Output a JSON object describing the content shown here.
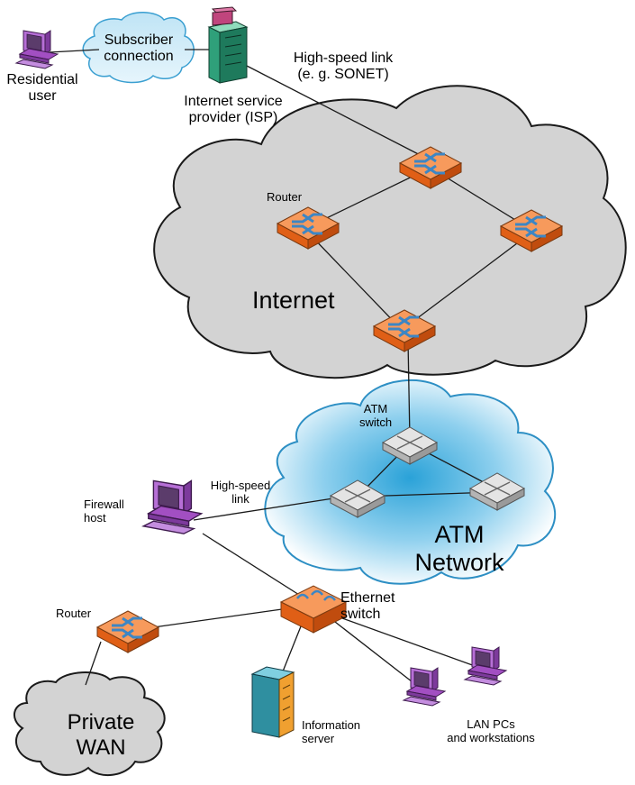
{
  "labels": {
    "subscriber_line1": "Subscriber",
    "subscriber_line2": "connection",
    "residential_line1": "Residential",
    "residential_line2": "user",
    "isp_line1": "Internet service",
    "isp_line2": "provider (ISP)",
    "hs_link_top_line1": "High-speed link",
    "hs_link_top_line2": "(e. g. SONET)",
    "router_internet": "Router",
    "internet": "Internet",
    "atm_switch_line1": "ATM",
    "atm_switch_line2": "switch",
    "hs_link_mid_line1": "High-speed",
    "hs_link_mid_line2": "link",
    "firewall_line1": "Firewall",
    "firewall_line2": "host",
    "atm_network_line1": "ATM",
    "atm_network_line2": "Network",
    "ethernet_line1": "Ethernet",
    "ethernet_line2": "switch",
    "router_wan": "Router",
    "private_wan_line1": "Private",
    "private_wan_line2": "WAN",
    "info_server_line1": "Information",
    "info_server_line2": "server",
    "lan_line1": "LAN PCs",
    "lan_line2": "and workstations"
  },
  "colors": {
    "internet_cloud": "#d3d3d3",
    "atm_cloud_center": "#3aa7d9",
    "atm_cloud_edge": "#ffffff",
    "subscriber_cloud": "#c9e8f6",
    "router_orange": "#f36f21",
    "router_arrow": "#3d86c4",
    "atm_switch_gray": "#c8c8c8",
    "computer_purple": "#a24fc2",
    "isp_green": "#2fa07a",
    "server_teal": "#2f8fa0"
  },
  "icons": [
    "residential-computer-icon",
    "isp-server-icon",
    "router-icon",
    "atm-switch-icon",
    "firewall-computer-icon",
    "ethernet-switch-icon",
    "information-server-icon",
    "lan-pc-icon"
  ]
}
